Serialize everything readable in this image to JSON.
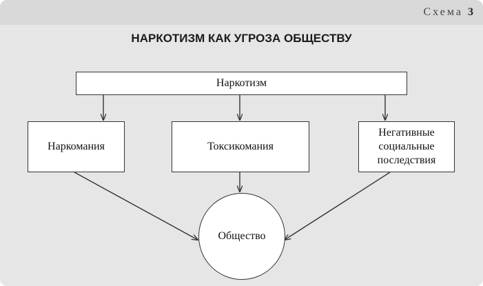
{
  "scheme": {
    "label": "Схема",
    "number": "3"
  },
  "title": "НАРКОТИЗМ КАК УГРОЗА ОБЩЕСТВУ",
  "nodes": {
    "root": "Наркотизм",
    "addiction": "Наркомания",
    "substance_abuse": "Токсикомания",
    "social_consequences": "Негативные социальные последствия",
    "society": "Общество"
  }
}
